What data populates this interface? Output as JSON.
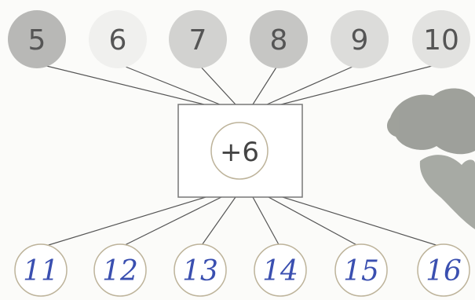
{
  "inputs": [
    {
      "label": "5",
      "fill": "#b8b8b6"
    },
    {
      "label": "6",
      "fill": "#f0f0ee"
    },
    {
      "label": "7",
      "fill": "#d2d2d0"
    },
    {
      "label": "8",
      "fill": "#c6c6c4"
    },
    {
      "label": "9",
      "fill": "#dcdcda"
    },
    {
      "label": "10",
      "fill": "#e2e2e0"
    }
  ],
  "operation": {
    "label": "+6"
  },
  "outputs": [
    {
      "label": "11"
    },
    {
      "label": "12"
    },
    {
      "label": "13"
    },
    {
      "label": "14"
    },
    {
      "label": "15"
    },
    {
      "label": "16"
    }
  ],
  "colors": {
    "handwriting": "#3a4fb0",
    "line": "#555555",
    "box_border": "#777777",
    "circle_border": "#bdb39a",
    "foliage": "#8e918b"
  }
}
